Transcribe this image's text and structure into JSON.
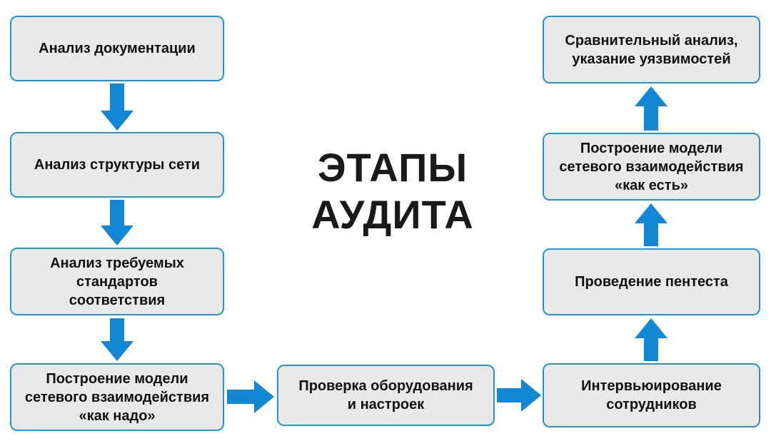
{
  "title": [
    "ЭТАПЫ",
    "АУДИТА"
  ],
  "colors": {
    "accent_blue": "#1287d3",
    "box_border": "#2196d6",
    "box_fill": "#e9e9e9",
    "text_color": "#111111",
    "bg_color": "#ffffff"
  },
  "steps": [
    {
      "id": "doc-analysis",
      "label": [
        "Анализ документации"
      ]
    },
    {
      "id": "network-structure",
      "label": [
        "Анализ структуры сети"
      ]
    },
    {
      "id": "standards-analysis",
      "label": [
        "Анализ требуемых",
        "стандартов",
        "соответствия"
      ]
    },
    {
      "id": "model-as-should-be",
      "label": [
        "Построение модели",
        "сетевого взаимодействия",
        "«как надо»"
      ]
    },
    {
      "id": "equipment-check",
      "label": [
        "Проверка оборудования",
        "и настроек"
      ]
    },
    {
      "id": "interviewing",
      "label": [
        "Интервьюирование",
        "сотрудников"
      ]
    },
    {
      "id": "pentest",
      "label": [
        "Проведение пентеста"
      ]
    },
    {
      "id": "model-as-is",
      "label": [
        "Построение модели",
        "сетевого взаимодействия",
        "«как есть»"
      ]
    },
    {
      "id": "comparative-analysis",
      "label": [
        "Сравнительный анализ,",
        "указание уязвимостей"
      ]
    }
  ]
}
